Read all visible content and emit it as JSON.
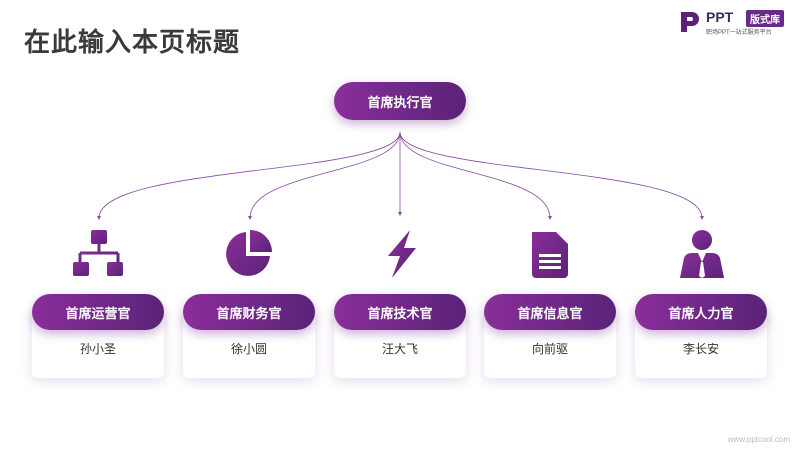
{
  "page_title": "在此输入本页标题",
  "logo": {
    "ppt_text": "PPT",
    "badge_text": "版式库",
    "tagline": "职场PPT一站式服务平台"
  },
  "ceo": {
    "label": "首席执行官"
  },
  "departments": [
    {
      "title": "首席运营官",
      "person": "孙小圣",
      "icon": "org-chart-icon"
    },
    {
      "title": "首席财务官",
      "person": "徐小圆",
      "icon": "pie-chart-icon"
    },
    {
      "title": "首席技术官",
      "person": "汪大飞",
      "icon": "lightning-icon"
    },
    {
      "title": "首席信息官",
      "person": "向前驱",
      "icon": "document-icon"
    },
    {
      "title": "首席人力官",
      "person": "李长安",
      "icon": "person-icon"
    }
  ],
  "watermark": "www.pptcool.com",
  "colors": {
    "primary_start": "#8a2e9a",
    "primary_end": "#5a2378",
    "line": "#8a4aa0"
  }
}
